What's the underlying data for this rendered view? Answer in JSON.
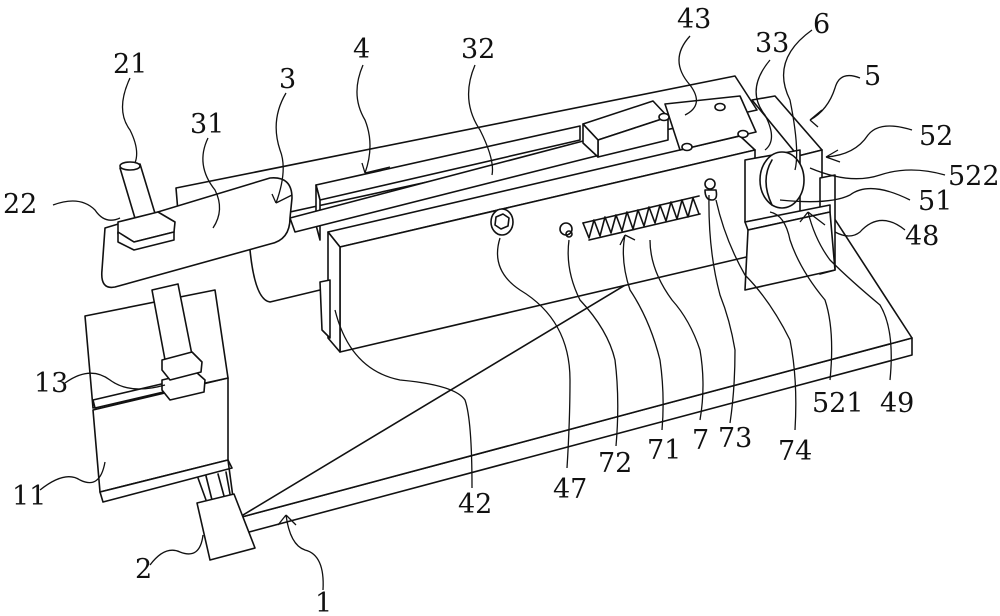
{
  "figure": {
    "type": "patent mechanical line drawing",
    "line_color": "#111111",
    "background": "#ffffff"
  },
  "labels": [
    {
      "id": "21",
      "text": "21"
    },
    {
      "id": "31",
      "text": "31"
    },
    {
      "id": "3",
      "text": "3"
    },
    {
      "id": "4",
      "text": "4"
    },
    {
      "id": "32",
      "text": "32"
    },
    {
      "id": "43",
      "text": "43"
    },
    {
      "id": "33",
      "text": "33"
    },
    {
      "id": "6",
      "text": "6"
    },
    {
      "id": "5",
      "text": "5"
    },
    {
      "id": "52",
      "text": "52"
    },
    {
      "id": "522",
      "text": "522"
    },
    {
      "id": "51",
      "text": "51"
    },
    {
      "id": "48",
      "text": "48"
    },
    {
      "id": "22",
      "text": "22"
    },
    {
      "id": "13",
      "text": "13"
    },
    {
      "id": "11",
      "text": "11"
    },
    {
      "id": "2",
      "text": "2"
    },
    {
      "id": "1",
      "text": "1"
    },
    {
      "id": "42",
      "text": "42"
    },
    {
      "id": "47",
      "text": "47"
    },
    {
      "id": "72",
      "text": "72"
    },
    {
      "id": "71",
      "text": "71"
    },
    {
      "id": "7",
      "text": "7"
    },
    {
      "id": "73",
      "text": "73"
    },
    {
      "id": "74",
      "text": "74"
    },
    {
      "id": "521",
      "text": "521"
    },
    {
      "id": "49",
      "text": "49"
    }
  ]
}
